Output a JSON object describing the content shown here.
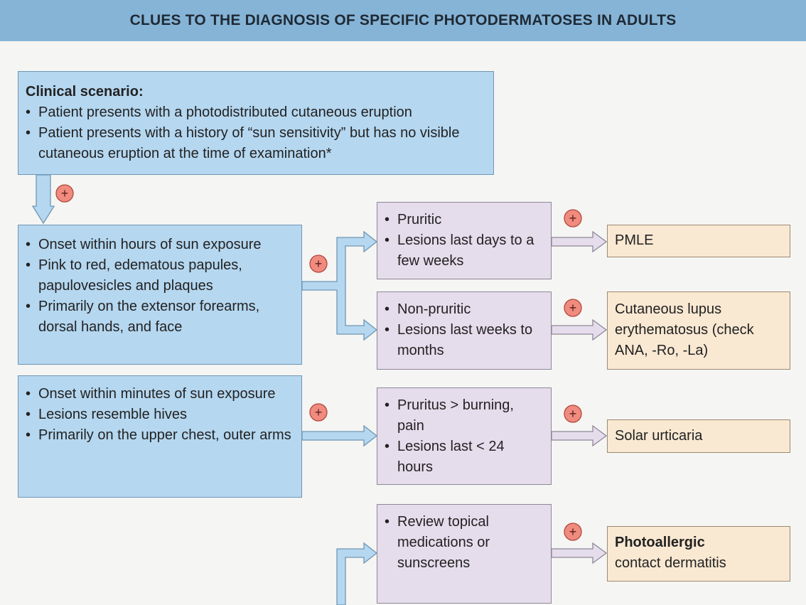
{
  "header": {
    "title": "CLUES TO THE DIAGNOSIS OF SPECIFIC PHOTODERMATOSES IN ADULTS"
  },
  "scenario": {
    "title": "Clinical scenario:",
    "items": [
      "Patient presents with a photodistributed cutaneous eruption",
      "Patient presents with a history of “sun sensitivity” but has no visible cutaneous eruption at the time of examination*"
    ]
  },
  "onset_hours": {
    "items": [
      "Onset within hours of sun exposure",
      "Pink to red, edematous papules, papulovesicles and plaques",
      "Primarily on the extensor forearms, dorsal hands, and face"
    ]
  },
  "onset_minutes": {
    "items": [
      "Onset within minutes of sun exposure",
      "Lesions resemble hives",
      "Primarily on the upper chest, outer arms"
    ]
  },
  "pruritic": {
    "items": [
      "Pruritic",
      "Lesions last days to a few weeks"
    ]
  },
  "non_pruritic": {
    "items": [
      "Non-pruritic",
      "Lesions last weeks to months"
    ]
  },
  "pruritus": {
    "items": [
      "Pruritus > burning, pain",
      "Lesions last < 24 hours"
    ]
  },
  "review": {
    "items": [
      "Review topical medications or sunscreens"
    ]
  },
  "outcomes": {
    "pmle": "PMLE",
    "lupus": "Cutaneous lupus erythematosus (check ANA, -Ro, -La)",
    "solar": "Solar urticaria",
    "photoallergic_bold": "Photoallergic",
    "photoallergic_rest": "contact dermatitis"
  },
  "plus_symbol": "+",
  "colors": {
    "header": "#86b4d6",
    "blue_box": "#b5d7f0",
    "purple_box": "#e6ddec",
    "tan_box": "#f9e8d2",
    "plus_circle": "#f08b7f"
  }
}
